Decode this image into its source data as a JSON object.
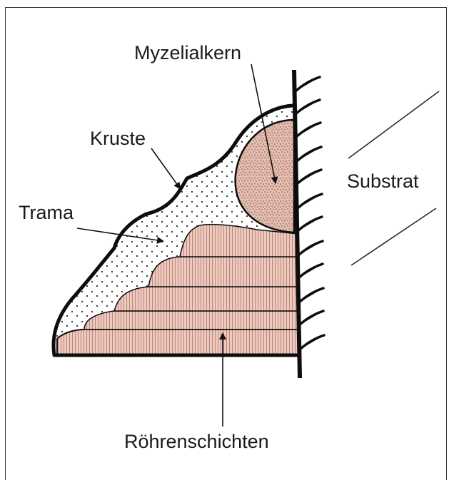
{
  "labels": {
    "myzelialkern": "Myzelialkern",
    "kruste": "Kruste",
    "trama": "Trama",
    "substrat": "Substrat",
    "roehrenschichten": "Röhrenschichten"
  },
  "colors": {
    "outline": "#0d0d0d",
    "tube_layers": "#efc9bd",
    "tube_hatch": "#b8877c",
    "core_fill": "#e7bfb2",
    "core_speckle": "#7a4a40",
    "trama_fill": "#ffffff",
    "trama_dots": "#222222",
    "text": "#1a1a1a",
    "leader": "#2b2b2b"
  }
}
